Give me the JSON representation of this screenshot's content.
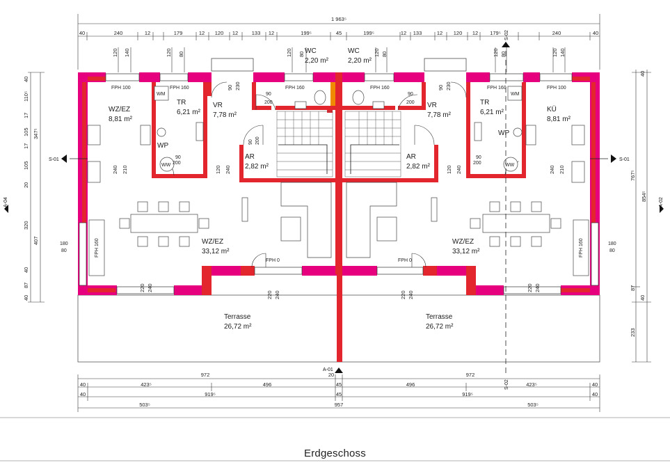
{
  "caption": "Erdgeschoss",
  "colors": {
    "wall": "#e3262d",
    "accent_wall": "#e6007e",
    "line": "#333333",
    "furniture": "#555555"
  },
  "dims": {
    "overall_top": "1 963⁵",
    "top_chain": [
      "40",
      "240",
      "12",
      "179",
      "12",
      "120",
      "12",
      "133",
      "12",
      "199⁵",
      "45",
      "199⁵",
      "12",
      "133",
      "12",
      "120",
      "12",
      "179⁵",
      "240",
      "40"
    ],
    "top_openings_left": [
      "120",
      "140",
      "120",
      "80",
      "90",
      "230",
      "120",
      "80",
      "120",
      "140"
    ],
    "top_openings_right": [
      "120",
      "140",
      "120",
      "80",
      "90",
      "230",
      "120",
      "80",
      "120",
      "140"
    ],
    "left_chain": [
      "40",
      "110⁵",
      "347⁵",
      "17",
      "105",
      "17",
      "105",
      "20",
      "320",
      "407",
      "40",
      "87",
      "40"
    ],
    "right_chain": [
      "40",
      "767⁵",
      "854⁵",
      "87",
      "233",
      "40"
    ],
    "bottom_row1": [
      "972",
      "20",
      "972"
    ],
    "bottom_row2": [
      "40",
      "423⁵",
      "496",
      "45",
      "496",
      "423⁵",
      "40"
    ],
    "bottom_row3": [
      "40",
      "919⁵",
      "45",
      "919⁵",
      "40"
    ],
    "bottom_row4": [
      "503⁵",
      "957",
      "503⁵"
    ],
    "side_window": [
      "180",
      "80"
    ],
    "side_window_r": [
      "180",
      "80"
    ],
    "inner": [
      "240",
      "210",
      "120",
      "240",
      "90",
      "200",
      "90",
      "210",
      "220",
      "240",
      "220",
      "240",
      "220",
      "240",
      "90",
      "200",
      "90",
      "200",
      "120",
      "240",
      "240",
      "210"
    ]
  },
  "rooms": {
    "left_wzez_upper": {
      "name": "WZ/EZ",
      "area": "8,81 m²"
    },
    "left_tr": {
      "name": "TR",
      "area": "6,21 m²"
    },
    "left_vr": {
      "name": "VR",
      "area": "7,78 m²"
    },
    "left_wc": {
      "name": "WC",
      "area": "2,20 m²"
    },
    "left_ar": {
      "name": "AR",
      "area": "2,82 m²"
    },
    "left_wzez": {
      "name": "WZ/EZ",
      "area": "33,12 m²"
    },
    "left_terrasse": {
      "name": "Terrasse",
      "area": "26,72 m²"
    },
    "right_ku": {
      "name": "KÜ",
      "area": "8,81 m²"
    },
    "right_tr": {
      "name": "TR",
      "area": "6,21 m²"
    },
    "right_vr": {
      "name": "VR",
      "area": "7,78 m²"
    },
    "right_wc": {
      "name": "WC",
      "area": "2,20 m²"
    },
    "right_ar": {
      "name": "AR",
      "area": "2,82 m²"
    },
    "right_wzez": {
      "name": "WZ/EZ",
      "area": "33,12 m²"
    },
    "right_terrasse": {
      "name": "Terrasse",
      "area": "26,72 m²"
    }
  },
  "labels": {
    "fph100": "FPH 100",
    "fph160": "FPH 160",
    "fph0": "FPH 0",
    "wm": "WM",
    "wp": "WP",
    "ww": "WW",
    "s01": "S-01",
    "s02": "S-02",
    "a01": "A-01",
    "a02": "A-02",
    "a04": "A-04"
  }
}
